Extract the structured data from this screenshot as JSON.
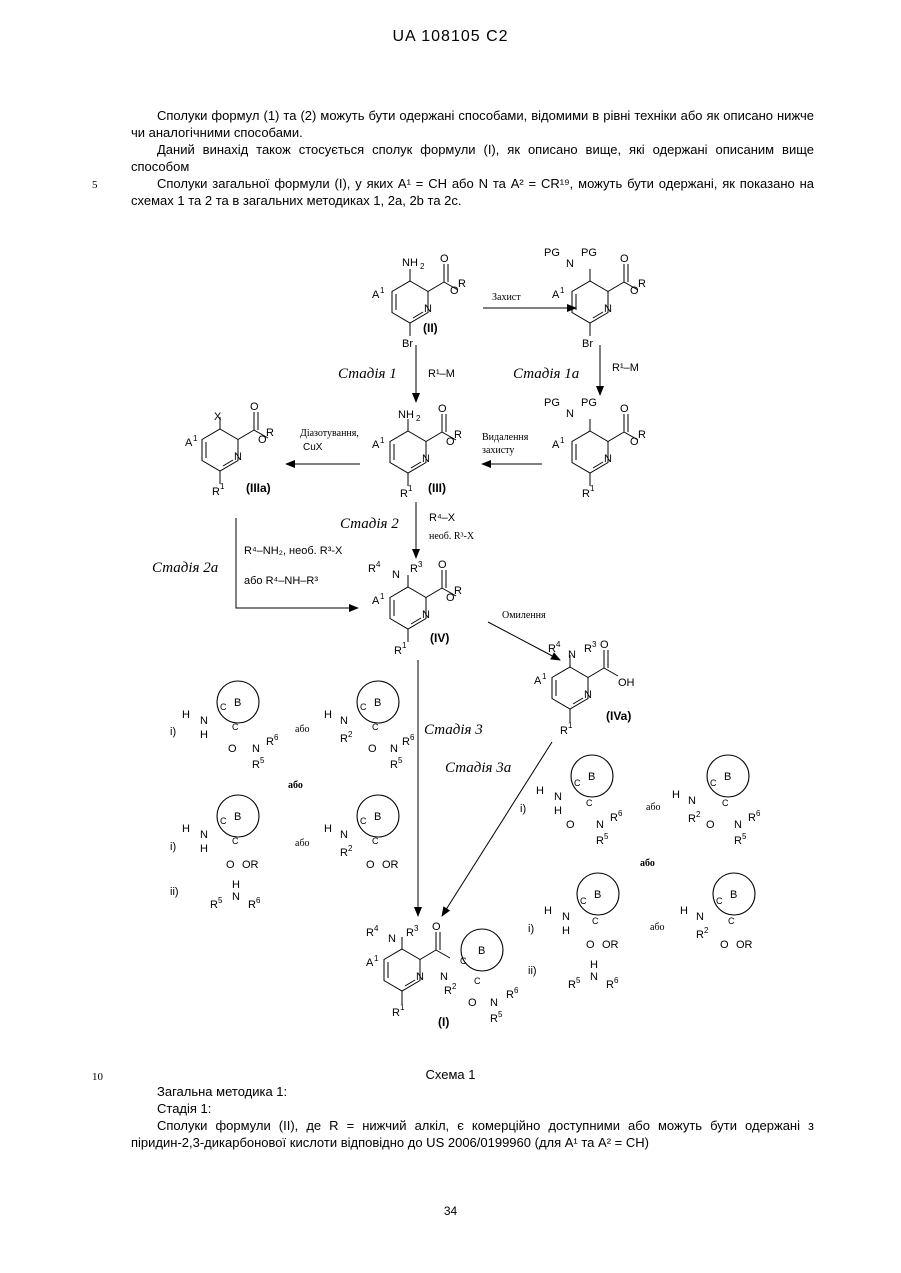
{
  "header": "UA   108105   C2",
  "intro": {
    "p1": "Сполуки формул (1) та (2) можуть бути одержані способами, відомими в рівні техніки або як описано нижче чи аналогічними способами.",
    "p2": "Даний винахід також стосується сполук формули (I), як описано вище, які одержані описаним вище способом",
    "p3": "Сполуки загальної формули (I), у яких A¹ = CH або N та A² = CR¹⁹, можуть бути одержані, як показано на схемах 1 та 2 та в загальних методиках 1, 2a, 2b та 2c."
  },
  "line_numbers": {
    "five": "5",
    "ten": "10"
  },
  "scheme": {
    "compounds": {
      "II": "(II)",
      "III": "(III)",
      "IIIa": "(IIIa)",
      "IV": "(IV)",
      "IVa": "(IVa)",
      "I": "(I)"
    },
    "stages": {
      "s1": "Стадія 1",
      "s1a": "Стадія 1a",
      "s2": "Стадія 2",
      "s2a": "Стадія 2a",
      "s3": "Стадія 3",
      "s3a": "Стадія 3a"
    },
    "conditions": {
      "protection": "Захист",
      "r1m": "R¹–M",
      "deprotection_1": "Видалення",
      "deprotection_2": "захисту",
      "diazotization_1": "Діазотування,",
      "diazotization_2": "CuX",
      "r4x": "R⁴–X",
      "opt_r3x": "необ. R³-X",
      "r4nh2": "R⁴–NH₂, необ. R³-X",
      "or_amine": "або R⁴–NH–R³",
      "saponification": "Омилення"
    },
    "labels": {
      "or": "або",
      "i": "i)",
      "ii": "ii)",
      "ring": "B",
      "oh": "OH",
      "or_ester": "OR"
    }
  },
  "caption": "Схема 1",
  "method": {
    "title": "Загальна методика 1:",
    "stage": "Стадія 1:",
    "text": "Сполуки формули (II), де R = нижчий алкіл, є комерційно доступними або можуть бути одержані з піридин-2,3-дикарбонової кислоти відповідно до US 2006/0199960 (для A¹ та A² = CH)"
  },
  "page_number": "34"
}
